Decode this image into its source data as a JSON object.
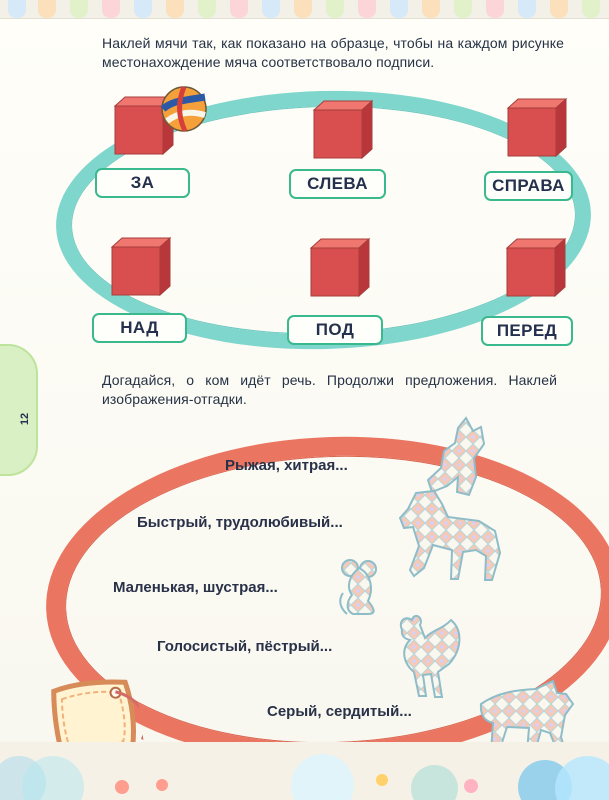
{
  "page_number": "12",
  "task_1": {
    "instruction": "Наклей мячи так, как показано на образце, чтобы на каждом рисунке местонахождение мяча соответствовало подписи.",
    "labels": [
      "ЗА",
      "СЛЕВА",
      "СПРАВА",
      "НАД",
      "ПОД",
      "ПЕРЕД"
    ]
  },
  "task_2": {
    "instruction": "Догадайся, о ком идёт речь. Продолжи предложения. Наклей изображения-отгадки.",
    "clues": [
      "Рыжая, хитрая...",
      "Быстрый, трудолюбивый...",
      "Маленькая, шустрая...",
      "Голосистый, пёстрый...",
      "Серый, сердитый..."
    ]
  },
  "colors": {
    "teal_ring": "#7fd6cc",
    "red_ring": "#ea7561",
    "label_border": "#39b98d",
    "cube": "#d94e4f",
    "text": "#263245"
  },
  "icons": [
    "cube-icon",
    "ball-icon",
    "fox-silhouette-icon",
    "horse-silhouette-icon",
    "mouse-silhouette-icon",
    "rooster-silhouette-icon",
    "wolf-silhouette-icon",
    "tag-icon"
  ]
}
